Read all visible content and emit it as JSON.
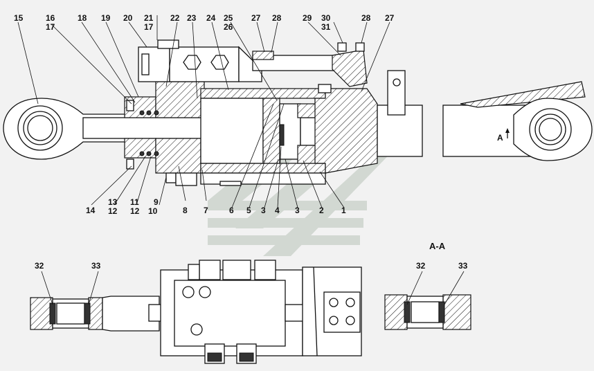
{
  "diagram": {
    "section_label": "A-A",
    "view_marker": "A",
    "callouts_top": [
      "15",
      "16",
      "17",
      "18",
      "19",
      "20",
      "21",
      "17",
      "22",
      "23",
      "24",
      "25",
      "26",
      "27",
      "28",
      "29",
      "30",
      "31",
      "28",
      "27"
    ],
    "callouts_bottom": [
      "14",
      "13",
      "12",
      "11",
      "12",
      "9",
      "10",
      "8",
      "7",
      "6",
      "5",
      "3",
      "4",
      "3",
      "2",
      "1"
    ],
    "callouts_lower_view": [
      "32",
      "33"
    ],
    "callouts_section_view": [
      "32",
      "33"
    ]
  },
  "colors": {
    "line": "#111111",
    "background": "#f2f2f2",
    "watermark": "#b9c3b9"
  }
}
